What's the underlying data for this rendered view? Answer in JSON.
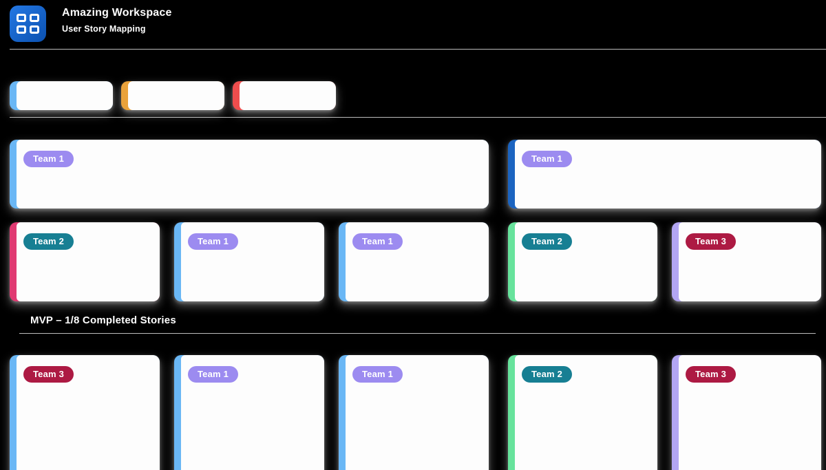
{
  "app": {
    "title": "Amazing Workspace",
    "subtitle": "User Story Mapping",
    "brand_color": "#1467d6"
  },
  "activities": {
    "cards": [
      {
        "edge_color": "#6ab7f5"
      },
      {
        "edge_color": "#e9a23b"
      },
      {
        "edge_color": "#ee4d4d"
      }
    ]
  },
  "board": {
    "rows": [
      {
        "name": "epics",
        "groups": [
          {
            "cards": [
              {
                "team_label": "Team 1",
                "badge_color": "#9c8bf0",
                "edge_color": "#6ab7f5"
              }
            ]
          },
          {
            "cards": [
              {
                "team_label": "Team 1",
                "badge_color": "#9c8bf0",
                "edge_color": "#1b64c0"
              }
            ]
          }
        ]
      },
      {
        "name": "stories",
        "groups": [
          {
            "cards": [
              {
                "team_label": "Team 2",
                "badge_color": "#177f93",
                "edge_color": "#e03a72"
              },
              {
                "team_label": "Team 1",
                "badge_color": "#9c8bf0",
                "edge_color": "#6ab7f5"
              },
              {
                "team_label": "Team 1",
                "badge_color": "#9c8bf0",
                "edge_color": "#6ab7f5"
              }
            ]
          },
          {
            "cards": [
              {
                "team_label": "Team 2",
                "badge_color": "#177f93",
                "edge_color": "#67e39c"
              },
              {
                "team_label": "Team 3",
                "badge_color": "#ad1a43",
                "edge_color": "#b3a6f3"
              }
            ]
          }
        ]
      },
      {
        "name": "mvp",
        "groups": [
          {
            "cards": [
              {
                "team_label": "Team 3",
                "badge_color": "#ad1a43",
                "edge_color": "#6ab7f5"
              },
              {
                "team_label": "Team 1",
                "badge_color": "#9c8bf0",
                "edge_color": "#6ab7f5"
              },
              {
                "team_label": "Team 1",
                "badge_color": "#9c8bf0",
                "edge_color": "#6ab7f5"
              }
            ]
          },
          {
            "cards": [
              {
                "team_label": "Team 2",
                "badge_color": "#177f93",
                "edge_color": "#67e39c"
              },
              {
                "team_label": "Team 3",
                "badge_color": "#ad1a43",
                "edge_color": "#b3a6f3"
              }
            ]
          }
        ]
      }
    ]
  },
  "mvp_section": {
    "label": "MVP – 1/8 Completed Stories"
  }
}
